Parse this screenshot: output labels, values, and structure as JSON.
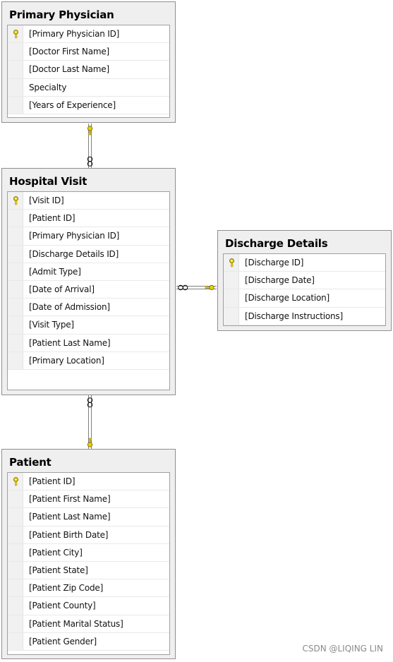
{
  "tables": {
    "primary_physician": {
      "title": "Primary Physician",
      "columns": [
        {
          "name": "[Primary Physician ID]",
          "key": true
        },
        {
          "name": "[Doctor First Name]",
          "key": false
        },
        {
          "name": "[Doctor Last Name]",
          "key": false
        },
        {
          "name": "Specialty",
          "key": false
        },
        {
          "name": "[Years of Experience]",
          "key": false
        }
      ]
    },
    "hospital_visit": {
      "title": "Hospital Visit",
      "columns": [
        {
          "name": "[Visit ID]",
          "key": true
        },
        {
          "name": "[Patient ID]",
          "key": false
        },
        {
          "name": "[Primary Physician ID]",
          "key": false
        },
        {
          "name": "[Discharge Details ID]",
          "key": false
        },
        {
          "name": "[Admit Type]",
          "key": false
        },
        {
          "name": "[Date of Arrival]",
          "key": false
        },
        {
          "name": "[Date of Admission]",
          "key": false
        },
        {
          "name": "[Visit Type]",
          "key": false
        },
        {
          "name": "[Patient Last Name]",
          "key": false
        },
        {
          "name": "[Primary Location]",
          "key": false
        }
      ]
    },
    "discharge_details": {
      "title": "Discharge Details",
      "columns": [
        {
          "name": "[Discharge ID]",
          "key": true
        },
        {
          "name": "[Discharge Date]",
          "key": false
        },
        {
          "name": "[Discharge Location]",
          "key": false
        },
        {
          "name": "[Discharge Instructions]",
          "key": false
        }
      ]
    },
    "patient": {
      "title": "Patient",
      "columns": [
        {
          "name": "[Patient ID]",
          "key": true
        },
        {
          "name": "[Patient First Name]",
          "key": false
        },
        {
          "name": "[Patient Last Name]",
          "key": false
        },
        {
          "name": "[Patient Birth Date]",
          "key": false
        },
        {
          "name": "[Patient City]",
          "key": false
        },
        {
          "name": "[Patient State]",
          "key": false
        },
        {
          "name": "[Patient Zip Code]",
          "key": false
        },
        {
          "name": "[Patient County]",
          "key": false
        },
        {
          "name": "[Patient Marital Status]",
          "key": false
        },
        {
          "name": "[Patient Gender]",
          "key": false
        }
      ]
    }
  },
  "relationships": [
    {
      "one_side": "primary_physician",
      "many_side": "hospital_visit"
    },
    {
      "one_side": "discharge_details",
      "many_side": "hospital_visit"
    },
    {
      "one_side": "patient",
      "many_side": "hospital_visit"
    }
  ],
  "colors": {
    "key_icon": "#e8d000",
    "connector": "#808080",
    "title_bar": "#efefef",
    "watermark": "#8a8a8a"
  },
  "icons": {
    "primary_key": "key-icon",
    "one_end": "key-icon",
    "many_end": "infinity-icon"
  },
  "watermark": "CSDN @LIQING LIN"
}
